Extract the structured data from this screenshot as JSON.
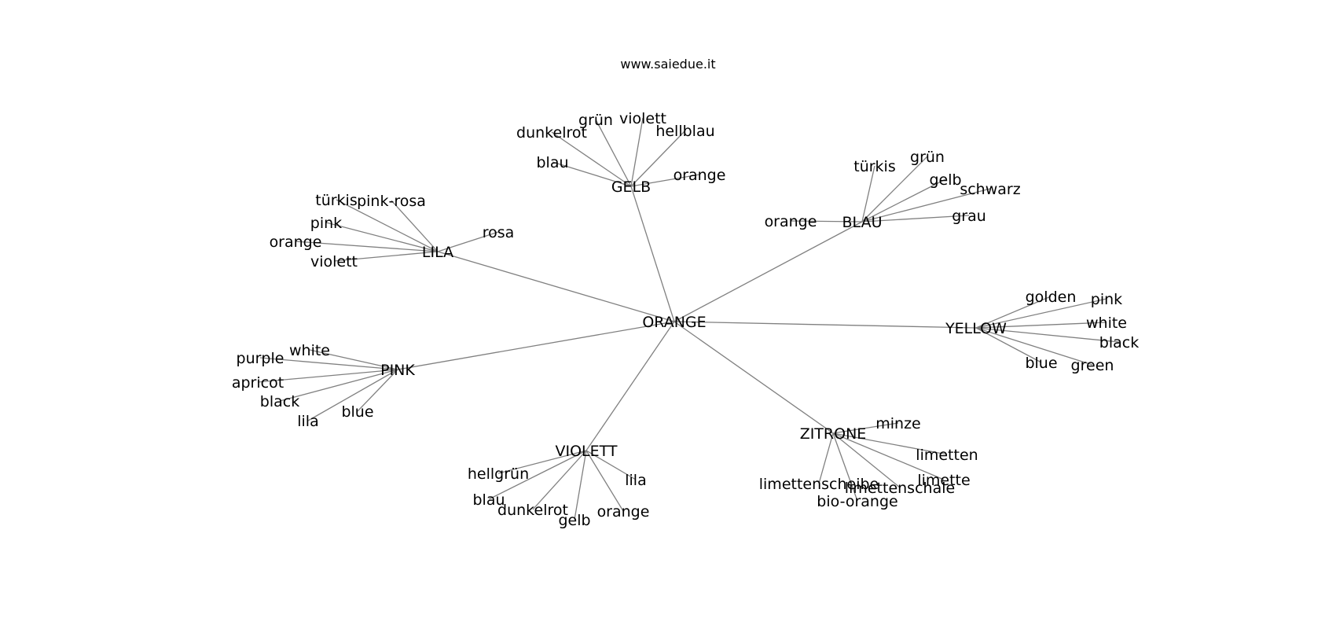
{
  "title": "www.saiedue.it",
  "graph": {
    "center": "ORANGE",
    "hubs": [
      {
        "id": "GELB",
        "label": "GELB",
        "leaves": [
          "blau",
          "dunkelrot",
          "grün",
          "violett",
          "hellblau",
          "orange"
        ]
      },
      {
        "id": "BLAU",
        "label": "BLAU",
        "leaves": [
          "orange",
          "türkis",
          "grün",
          "gelb",
          "schwarz",
          "grau"
        ]
      },
      {
        "id": "LILA",
        "label": "LILA",
        "leaves": [
          "türkis",
          "pink-rosa",
          "pink",
          "orange",
          "violett",
          "rosa"
        ]
      },
      {
        "id": "YELLOW",
        "label": "YELLOW",
        "leaves": [
          "golden",
          "pink",
          "white",
          "black",
          "blue",
          "green"
        ]
      },
      {
        "id": "PINK",
        "label": "PINK",
        "leaves": [
          "purple",
          "white",
          "apricot",
          "black",
          "lila",
          "blue"
        ]
      },
      {
        "id": "VIOLETT",
        "label": "VIOLETT",
        "leaves": [
          "hellgrün",
          "blau",
          "dunkelrot",
          "gelb",
          "orange",
          "lila"
        ]
      },
      {
        "id": "ZITRONE",
        "label": "ZITRONE",
        "leaves": [
          "minze",
          "limetten",
          "limette",
          "limettenschale",
          "bio-orange",
          "limettenscheibe"
        ]
      }
    ]
  }
}
